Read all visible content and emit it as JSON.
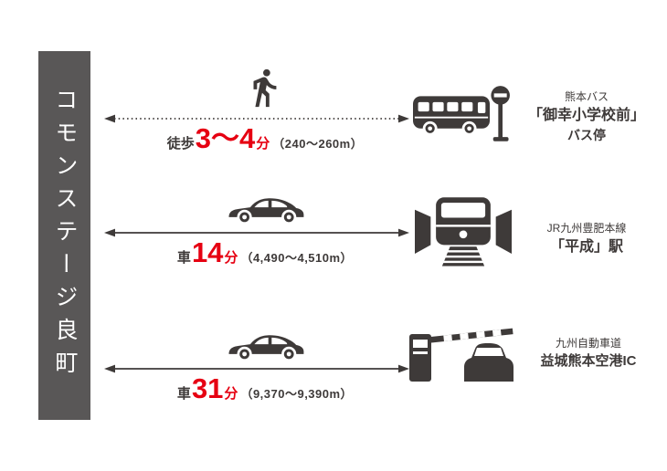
{
  "property": {
    "name": "コモンステージ良町"
  },
  "routes": [
    {
      "mode": "徒歩",
      "mode_icon": "walking-person-icon",
      "time": "3〜4",
      "unit": "分",
      "distance": "（240〜260m）",
      "arrow_style": "dotted",
      "dest_icon": "bus-stop-icon",
      "dest_line1": "熊本バス",
      "dest_line2": "「御幸小学校前」",
      "dest_line3": "バス停"
    },
    {
      "mode": "車",
      "mode_icon": "car-icon",
      "time": "14",
      "unit": "分",
      "distance": "（4,490〜4,510m）",
      "arrow_style": "solid",
      "dest_icon": "train-icon",
      "dest_line1": "JR九州豊肥本線",
      "dest_line2": "「平成」駅"
    },
    {
      "mode": "車",
      "mode_icon": "car-icon",
      "time": "31",
      "unit": "分",
      "distance": "（9,370〜9,390m）",
      "arrow_style": "solid",
      "dest_icon": "toll-gate-icon",
      "dest_line1": "九州自動車道",
      "dest_line2": "益城熊本空港IC"
    }
  ],
  "colors": {
    "accent_red": "#e60012",
    "banner_gray": "#595757",
    "icon_dark": "#3e3a39"
  }
}
